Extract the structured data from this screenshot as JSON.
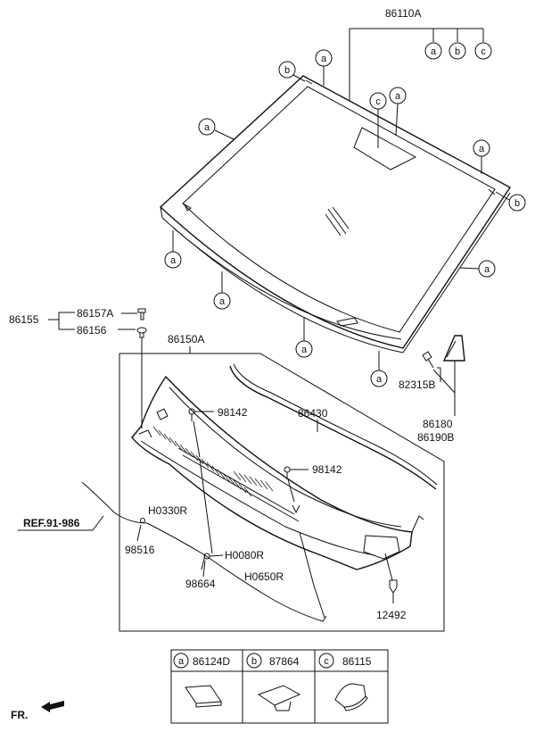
{
  "labels": {
    "windshield_glass": "86110A",
    "cowl_top_cover": "86150A",
    "cowl_seal": "86430",
    "clip_assembly": "86155",
    "bolt": "86157A",
    "grommet": "86156",
    "screw_1": "98142",
    "screw_2": "98142",
    "clip": "82315B",
    "garnish_lh": "86180",
    "garnish_rh": "86190B",
    "hose_1": "H0330R",
    "washer_nozzle": "98516",
    "hose_2": "H0080R",
    "connector": "98664",
    "hose_3": "H0650R",
    "fastener": "12492",
    "reference": "REF.91-986",
    "front": "FR."
  },
  "markers": {
    "a": "a",
    "b": "b",
    "c": "c"
  },
  "legend": {
    "items": [
      {
        "marker": "a",
        "part": "86124D"
      },
      {
        "marker": "b",
        "part": "87864"
      },
      {
        "marker": "c",
        "part": "86115"
      }
    ]
  }
}
